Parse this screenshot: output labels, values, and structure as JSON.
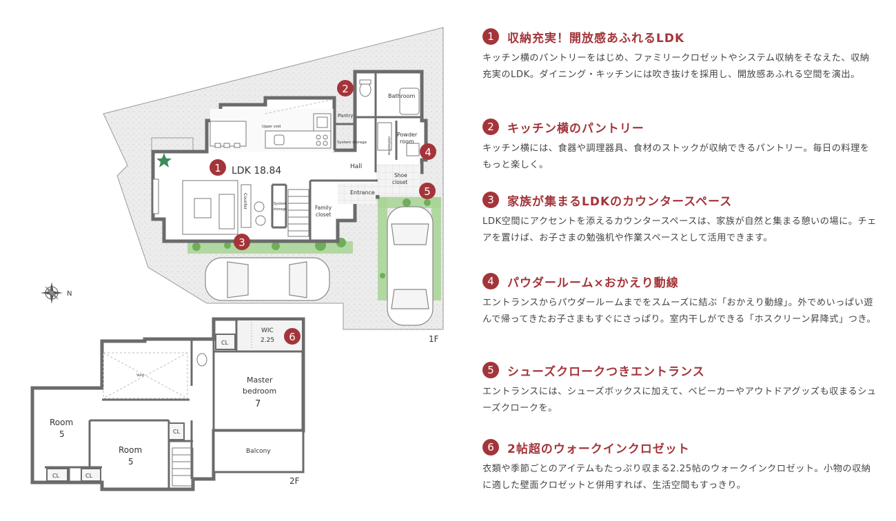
{
  "floor_labels": {
    "first": "1F",
    "second": "2F"
  },
  "rooms_1f": {
    "ldk": "LDK 18.84",
    "upper_void": "Upper void",
    "pantry": "Pantry",
    "system_storage_kitchen": "System storage",
    "bathroom": "Bathroom",
    "clothesline": "clothesline",
    "powder_room_line1": "Powder",
    "powder_room_line2": "room",
    "hall": "Hall",
    "shoe_closet_line1": "Shoe",
    "shoe_closet_line2": "closet",
    "entrance": "Entrance",
    "counter": "Counter",
    "system_storage_living_line1": "System",
    "system_storage_living_line2": "storage",
    "family_closet_line1": "Family",
    "family_closet_line2": "closet"
  },
  "rooms_2f": {
    "wic_line1": "WIC",
    "wic_line2": "2.25",
    "cl": "CL",
    "void": "Void",
    "master_line1": "Master",
    "master_line2": "bedroom",
    "master_size": "7",
    "room_label": "Room",
    "room_size": "5",
    "balcony": "Balcony"
  },
  "compass": {
    "north": "N"
  },
  "plan_markers": [
    "1",
    "2",
    "3",
    "4",
    "5",
    "6"
  ],
  "features": [
    {
      "num": "1",
      "title": "収納充実！開放感あふれるLDK",
      "body": "キッチン横のパントリーをはじめ、ファミリークロゼットやシステム収納をそなえた、収納充実のLDK。ダイニング・キッチンには吹き抜けを採用し、開放感あふれる空間を演出。"
    },
    {
      "num": "2",
      "title": "キッチン横のパントリー",
      "body": "キッチン横には、食器や調理器具、食材のストックが収納できるパントリー。毎日の料理をもっと楽しく。"
    },
    {
      "num": "3",
      "title": "家族が集まるLDKのカウンタースペース",
      "body": "LDK空間にアクセントを添えるカウンタースペースは、家族が自然と集まる憩いの場に。チェアを置けば、お子さまの勉強机や作業スペースとして活用できます。"
    },
    {
      "num": "4",
      "title": "パウダールーム×おかえり動線",
      "body": "エントランスからパウダールームまでをスムーズに結ぶ「おかえり動線」。外でめいっぱい遊んで帰ってきたお子さまもすぐにさっぱり。室内干しができる「ホスクリーン昇降式」つき。"
    },
    {
      "num": "5",
      "title": "シューズクロークつきエントランス",
      "body": "エントランスには、シューズボックスに加えて、ベビーカーやアウトドアグッズも収まるシューズクロークを。"
    },
    {
      "num": "6",
      "title": "2帖超のウォークインクロゼット",
      "body": "衣類や季節ごとのアイテムもたっぷり収まる2.25帖のウォークインクロゼット。小物の収納に適した壁面クロゼットと併用すれば、生活空間もすっきり。"
    }
  ],
  "colors": {
    "accent": "#a3353a",
    "wall": "#6b6b6b",
    "site": "#ececec",
    "greenery": "#9fcf8a"
  }
}
